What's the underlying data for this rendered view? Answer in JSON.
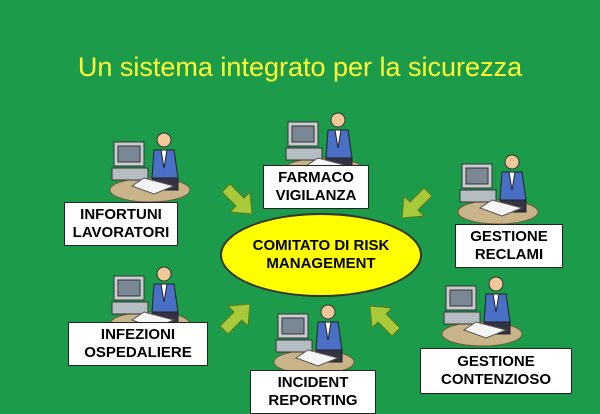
{
  "title": "Un sistema integrato per la sicurezza",
  "center": {
    "line1": "COMITATO DI RISK",
    "line2": "MANAGEMENT"
  },
  "boxes": {
    "farmaco": {
      "line1": "FARMACO",
      "line2": "VIGILANZA"
    },
    "infortuni": {
      "line1": "INFORTUNI",
      "line2": "LAVORATORI"
    },
    "reclami": {
      "line1": "GESTIONE",
      "line2": "RECLAMI"
    },
    "infezioni": {
      "line1": "INFEZIONI",
      "line2": "OSPEDALIERE"
    },
    "contenzioso": {
      "line1": "GESTIONE",
      "line2": "CONTENZIOSO"
    },
    "incident": {
      "line1": "INCIDENT",
      "line2": "REPORTING"
    }
  },
  "colors": {
    "background": "#1c9b4b",
    "title": "#ffff33",
    "center": "#ffff00",
    "arrow": "#a8c93a"
  },
  "icons": [
    "computer-worker-clipart"
  ]
}
